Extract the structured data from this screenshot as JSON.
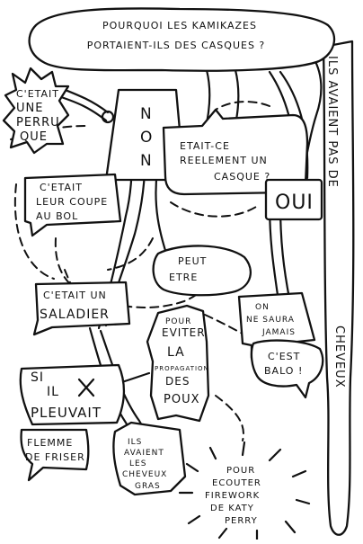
{
  "title_lines": [
    "POURQUOI LES KAMIKAZES",
    "PORTAIENT-ILS DES CASQUES ?"
  ],
  "right_vertical_lines": [
    "ILS AVAIENT PAS DE",
    "CHEVEUX"
  ],
  "non_lines": [
    "N",
    "O",
    "N"
  ],
  "oui": "OUI",
  "perruque_lines": [
    "C'ETAIT",
    "UNE",
    "PERRU",
    "QUE"
  ],
  "reellement_lines": [
    "ETAIT-CE",
    "REELEMENT UN",
    "CASQUE ?"
  ],
  "coupe_lines": [
    "C'ETAIT",
    "LEUR COUPE",
    "AU BOL"
  ],
  "peut_etre_lines": [
    "PEUT",
    "ETRE"
  ],
  "saladier_lines": [
    "C'ETAIT UN",
    "SALADIER"
  ],
  "on_ne_saura_lines": [
    "ON",
    "NE SAURA",
    "JAMAIS"
  ],
  "pour_eviter_lines": [
    "POUR",
    "EVITER",
    "LA",
    "PROPAGATION",
    "DES",
    "POUX"
  ],
  "cest_balo_lines": [
    "C'EST",
    "BALO !"
  ],
  "si_il_pleuvait_lines": [
    "SI",
    "IL",
    "PLEUVAIT"
  ],
  "flemme_lines": [
    "FLEMME",
    "DE FRISER"
  ],
  "cheveux_gras_lines": [
    "ILS",
    "AVAIENT",
    "LES",
    "CHEVEUX",
    "GRAS"
  ],
  "firework_lines": [
    "POUR",
    "ECOUTER",
    "FIREWORK",
    "DE KATY",
    "PERRY"
  ]
}
